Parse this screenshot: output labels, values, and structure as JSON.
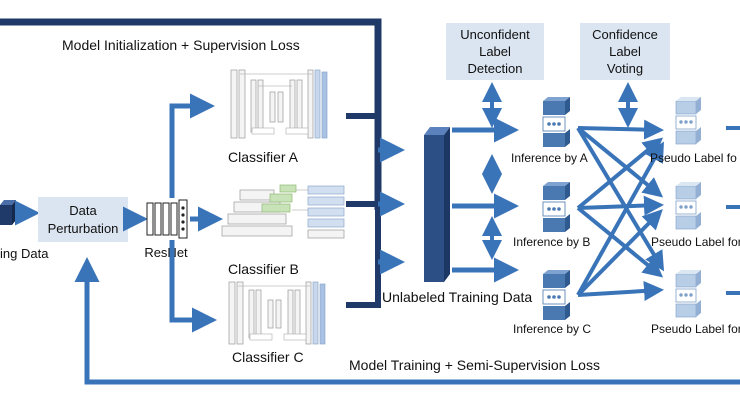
{
  "labels": {
    "top_loop": "Model Initialization + Supervision Loss",
    "bottom_loop": "Model Training + Semi-Supervision Loss",
    "training_data": "ing Data",
    "data_perturbation": [
      "Data",
      "Perturbation"
    ],
    "resnet": "ResNet",
    "classifier_a": "Classifier A",
    "classifier_b": "Classifier B",
    "classifier_c": "Classifier C",
    "unlabeled": "Unlabeled Training Data",
    "unconfident": [
      "Unconfident",
      "Label",
      "Detection"
    ],
    "voting": [
      "Confidence",
      "Label",
      "Voting"
    ],
    "inference_a": "Inference by A",
    "inference_b": "Inference by B",
    "inference_c": "Inference by C",
    "pseudo_a": "Pseudo Label fo",
    "pseudo_b": "Pseudo Label for",
    "pseudo_c": "Pseudo Label for"
  },
  "colors": {
    "arrow": "#3a74b8",
    "loop": "#1f3a68",
    "box_fill": "#dbe5f1",
    "cube_front": "#4a78b0",
    "cube_top": "#7fa3d0",
    "cube_side": "#2f5a8f",
    "light_cube_front": "#b8cde6",
    "light_cube_top": "#dbe6f3",
    "light_cube_side": "#93b0d4",
    "pillar": "#2c4f86"
  }
}
